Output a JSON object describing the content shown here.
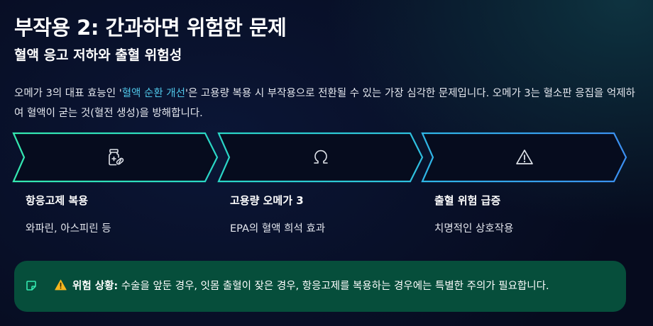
{
  "header": {
    "title": "부작용 2: 간과하면 위험한 문제",
    "subtitle": "혈액 응고 저하와 출혈 위험성"
  },
  "description": {
    "before": "오메가 3의 대표 효능인 '",
    "highlight": "혈액 순환 개선",
    "after": "'은 고용량 복용 시 부작용으로 전환될 수 있는 가장 심각한 문제입니다. 오메가 3는 혈소판 응집을 억제하여 혈액이 굳는 것(혈전 생성)을 방해합니다."
  },
  "steps": [
    {
      "title": "항응고제 복용",
      "sub": "와파린, 아스피린 등",
      "icon": "medicine-bottle-pill-icon",
      "color": "#2ee6b8"
    },
    {
      "title": "고용량 오메가 3",
      "sub": "EPA의 혈액 희석 효과",
      "icon": "omega-icon",
      "color": "#2ad6d6"
    },
    {
      "title": "출혈 위험 급증",
      "sub": "치명적인 상호작용",
      "icon": "warning-triangle-icon",
      "color": "#3b9cf0"
    }
  ],
  "alert": {
    "label": "위험 상황:",
    "text": " 수술을 앞둔 경우, 잇몸 출혈이 잦은 경우, 항응고제를 복용하는 경우에는 특별한 주의가 필요합니다.",
    "icon": "note-icon",
    "warn_icon": "warning-icon",
    "background": "#064e3b"
  }
}
